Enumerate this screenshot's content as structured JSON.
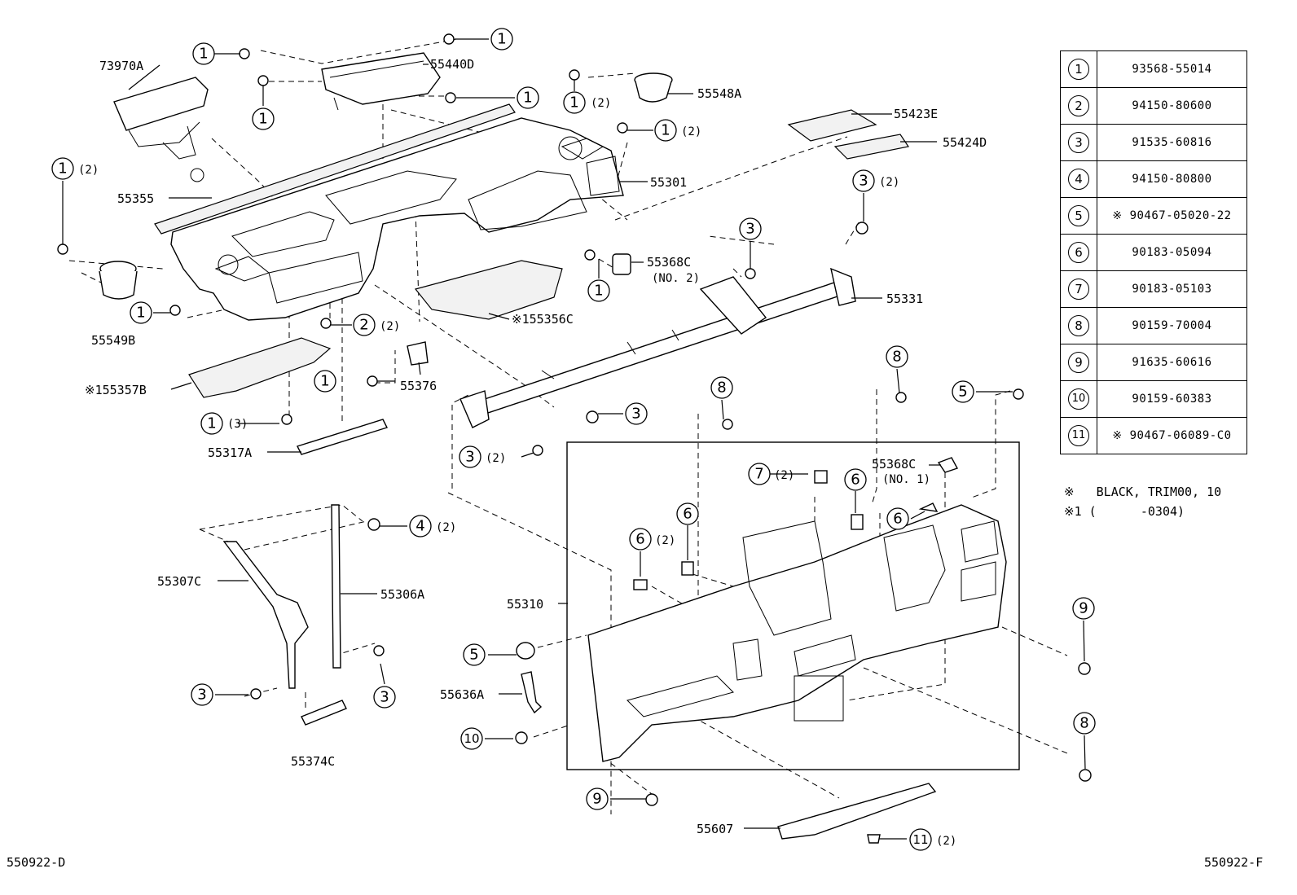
{
  "legend": [
    {
      "key": "1",
      "value": "93568-55014"
    },
    {
      "key": "2",
      "value": "94150-80600"
    },
    {
      "key": "3",
      "value": "91535-60816"
    },
    {
      "key": "4",
      "value": "94150-80800"
    },
    {
      "key": "5",
      "value": "※ 90467-05020-22"
    },
    {
      "key": "6",
      "value": "90183-05094"
    },
    {
      "key": "7",
      "value": "90183-05103"
    },
    {
      "key": "8",
      "value": "90159-70004"
    },
    {
      "key": "9",
      "value": "91635-60616"
    },
    {
      "key": "10",
      "value": "90159-60383"
    },
    {
      "key": "11",
      "value": "※ 90467-06089-C0"
    }
  ],
  "notes": {
    "line1": "※   BLACK, TRIM00, 10",
    "line2": "※1 (      -0304)"
  },
  "corner_codes": {
    "left": "550922-D",
    "right": "550922-F"
  },
  "part_labels": {
    "p73970A": "73970A",
    "p55440D": "55440D",
    "p55548A": "55548A",
    "p55423E": "55423E",
    "p55424D": "55424D",
    "p55355": "55355",
    "p55301": "55301",
    "p55368C2": "55368C",
    "p55368C2_sub": "(NO. 2)",
    "p55331": "55331",
    "p55549B": "55549B",
    "p55356C": "※155356C",
    "p55357B": "※155357B",
    "p55376": "55376",
    "p55317A": "55317A",
    "p55368C1": "55368C",
    "p55368C1_sub": "(NO. 1)",
    "p55307C": "55307C",
    "p55306A": "55306A",
    "p55310": "55310",
    "p55636A": "55636A",
    "p55374C": "55374C",
    "p55607": "55607"
  },
  "callouts": {
    "c1a": "1",
    "c1b": "1",
    "c1c": "1",
    "c1d": "1",
    "c1e": "1",
    "c1f": "1",
    "c1g": "1",
    "c1h": "1",
    "c1i": "1",
    "c1j": "1",
    "c1k": "1",
    "c2": "2",
    "c3a": "3",
    "c3b": "3",
    "c3c": "3",
    "c3d": "3",
    "c3e": "3",
    "c4": "4",
    "c5a": "5",
    "c5b": "5",
    "c6a": "6",
    "c6b": "6",
    "c6c": "6",
    "c6d": "6",
    "c7": "7",
    "c8a": "8",
    "c8b": "8",
    "c8c": "8",
    "c9a": "9",
    "c9b": "9",
    "c10": "10",
    "c11": "11"
  },
  "qty": {
    "q2": "(2)",
    "q3": "(3)"
  }
}
